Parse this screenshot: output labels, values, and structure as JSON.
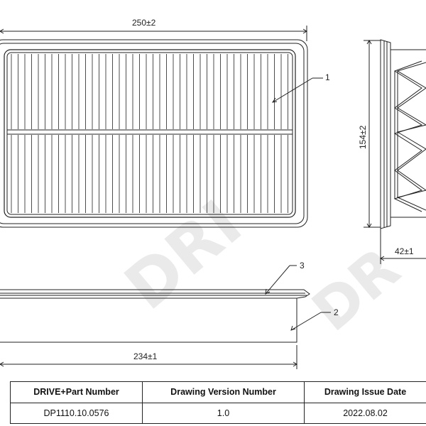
{
  "dimensions": {
    "width_top": "250±2",
    "height_side": "154±2",
    "depth_side": "42±1",
    "width_bottom": "234±1"
  },
  "callouts": {
    "c1": "1",
    "c2": "2",
    "c3": "3"
  },
  "title_block": {
    "headers": [
      "DRIVE+Part Number",
      "Drawing Version Number",
      "Drawing Issue Date"
    ],
    "values": [
      "DP1110.10.0576",
      "1.0",
      "2022.08.02"
    ]
  },
  "watermark": {
    "text": "DRIVE",
    "color": "#d9d9d9"
  },
  "colors": {
    "line": "#222222",
    "background": "#ffffff"
  }
}
